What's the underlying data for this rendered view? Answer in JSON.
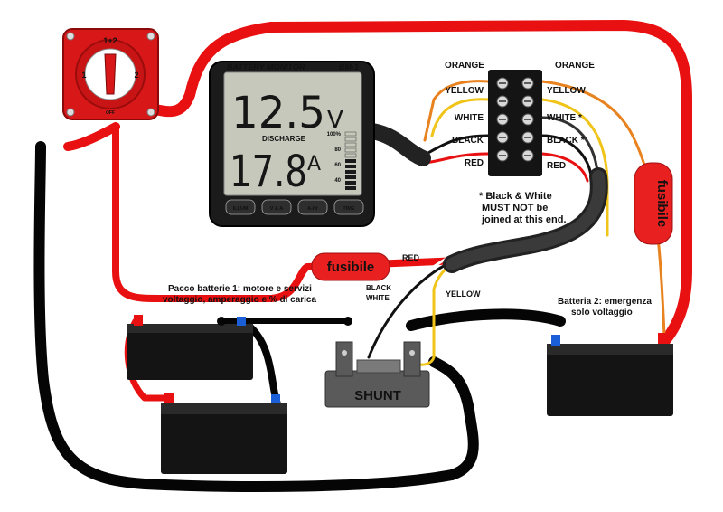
{
  "switch": {
    "top_label": "1+2",
    "left_label": "1",
    "right_label": "2",
    "off_label": "OFF"
  },
  "monitor": {
    "brand": "BATTERY MONITOR",
    "model": "BM-1",
    "voltage": "12.5",
    "voltage_unit": "V",
    "mode": "DISCHARGE",
    "current": "17.8",
    "current_unit": "A",
    "bar_ticks": [
      "100%",
      "80",
      "60",
      "40"
    ],
    "buttons": [
      "ILLUM",
      "V & A",
      "A-Hr",
      "TIME"
    ]
  },
  "terminal": {
    "left": [
      "ORANGE",
      "YELLOW",
      "WHITE",
      "BLACK",
      "RED"
    ],
    "right": [
      "ORANGE",
      "YELLOW",
      "WHITE *",
      "BLACK *",
      "RED"
    ],
    "note": [
      "* Black & White",
      "MUST NOT be",
      "joined at this end."
    ]
  },
  "wires": {
    "red": "RED",
    "black": "BLACK",
    "white": "WHITE",
    "yellow": "YELLOW"
  },
  "fuses": {
    "main": "fusibile",
    "side": "fusibile"
  },
  "battery1": {
    "title": "Pacco batterie 1: motore e servizi",
    "subtitle": "voltaggio, amperaggio e % di carica"
  },
  "battery2": {
    "title": "Batteria 2: emergenza",
    "subtitle": "solo voltaggio"
  },
  "shunt": {
    "label": "SHUNT"
  },
  "colors": {
    "red_wire": "#e81010",
    "black_wire": "#050505",
    "orange_wire": "#e8821e",
    "yellow_wire": "#f0c418",
    "fuse": "#e82020",
    "shunt": "#5a5a5a",
    "lcd_bg": "#c6c8bb"
  }
}
